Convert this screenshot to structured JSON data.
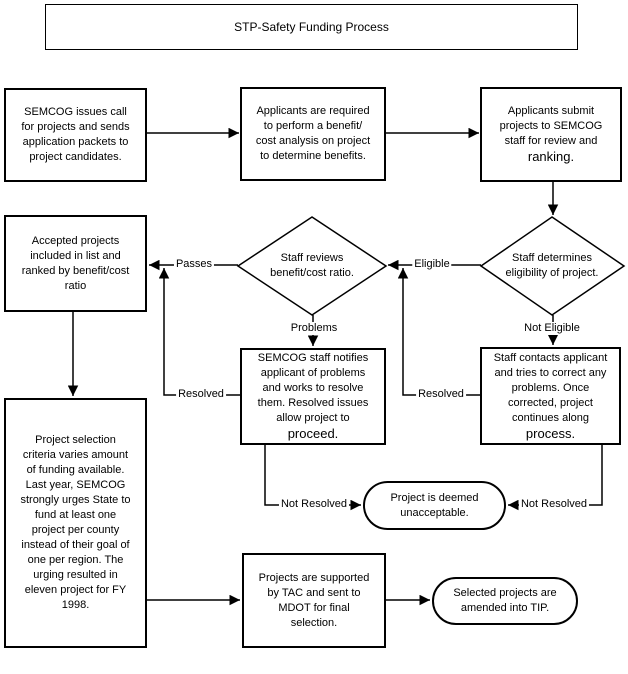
{
  "title": "STP-Safety Funding Process",
  "nodes": {
    "issues_call": {
      "text": "SEMCOG issues call\nfor projects and sends\napplication packets to\nproject candidates."
    },
    "benefit_cost": {
      "text": "Applicants are required\nto perform a benefit/\ncost analysis on project\nto determine benefits."
    },
    "submit": {
      "text": "Applicants submit\nprojects to SEMCOG\nstaff for review and",
      "text_large": "ranking."
    },
    "accepted": {
      "text": "Accepted projects\nincluded in list and\nranked by benefit/cost\nratio"
    },
    "reviews": {
      "text": "Staff reviews\nbenefit/cost ratio."
    },
    "determines": {
      "text": "Staff determines\neligibility of project."
    },
    "notifies": {
      "text": "SEMCOG staff notifies\napplicant of problems\nand works to resolve\nthem. Resolved issues\nallow project to",
      "text_large": "proceed."
    },
    "contacts": {
      "text": "Staff contacts applicant\nand tries to correct any\nproblems.  Once\ncorrected, project\ncontinues along",
      "text_large": "process."
    },
    "criteria": {
      "text": "Project selection\ncriteria varies amount\nof funding available.\nLast year, SEMCOG\nstrongly urges State to\nfund at least one\nproject per county\ninstead of their goal of\none per region.  The\nurging resulted in\neleven project for FY\n1998."
    },
    "unacceptable": {
      "text": "Project is deemed\nunacceptable."
    },
    "tac": {
      "text": "Projects are supported\nby TAC and sent to\nMDOT for final\nselection."
    },
    "tip": {
      "text": "Selected projects are\namended into TIP."
    }
  },
  "labels": {
    "passes": "Passes",
    "eligible": "Eligible",
    "problems": "Problems",
    "not_eligible": "Not Eligible",
    "resolved_left": "Resolved",
    "resolved_right": "Resolved",
    "not_resolved_left": "Not Resolved",
    "not_resolved_right": "Not Resolved"
  },
  "colors": {
    "line": "#000000",
    "background": "#ffffff"
  }
}
